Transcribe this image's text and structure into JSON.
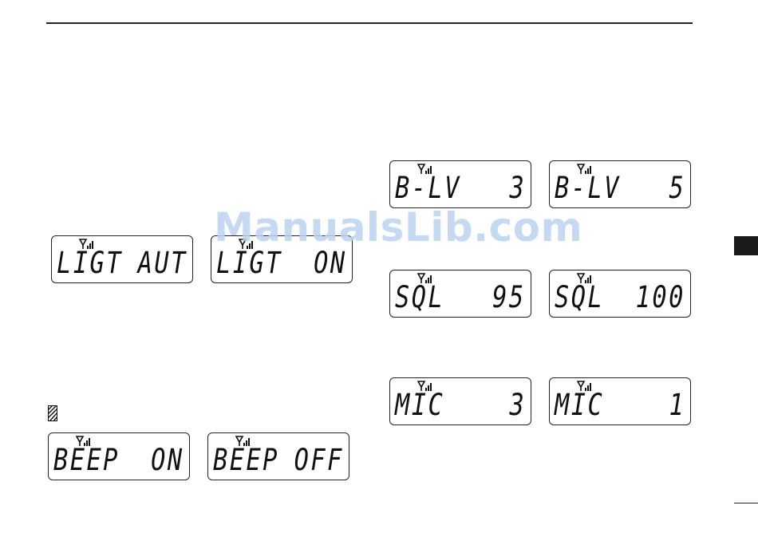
{
  "watermark": "ManualsLib.com",
  "displays": {
    "light_auto": {
      "label": "LIGT",
      "value": "AUT"
    },
    "light_on": {
      "label": "LIGT",
      "value": "ON"
    },
    "beep_on": {
      "label": "BEEP",
      "value": "ON"
    },
    "beep_off": {
      "label": "BEEP",
      "value": "OFF"
    },
    "beep_level_3": {
      "label": "B-LV",
      "value": "3"
    },
    "beep_level_5": {
      "label": "B-LV",
      "value": "5"
    },
    "squelch_95": {
      "label": "SQL",
      "value": "95"
    },
    "squelch_100": {
      "label": "SQL",
      "value": "100"
    },
    "mic_3": {
      "label": "MIC",
      "value": "3"
    },
    "mic_1": {
      "label": "MIC",
      "value": "1"
    }
  },
  "icons": {
    "antenna": "antenna-signal-icon",
    "note": "hatched-note-icon"
  }
}
